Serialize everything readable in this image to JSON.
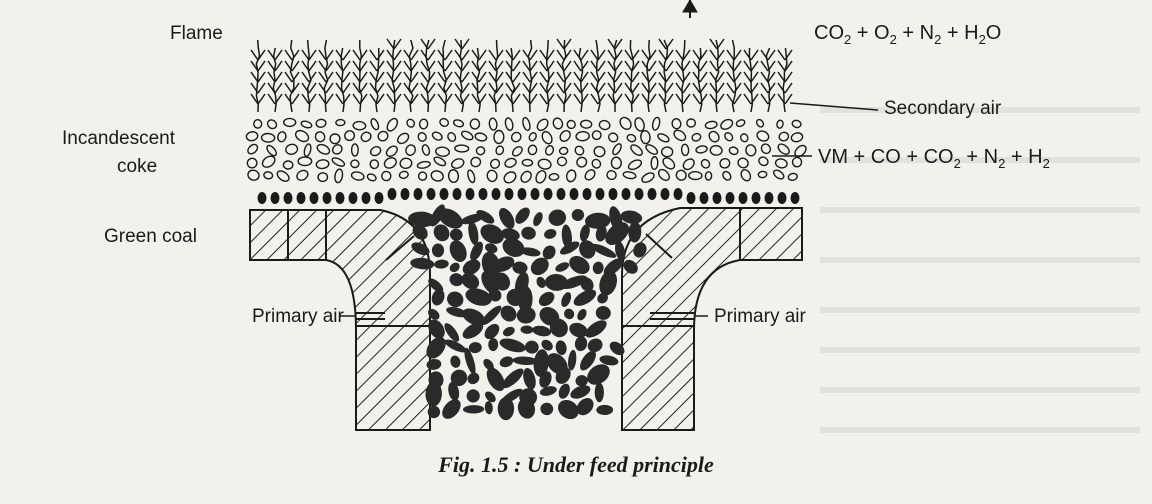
{
  "labels": {
    "flame": "Flame",
    "incandescent_line1": "Incandescent",
    "incandescent_line2": "coke",
    "green_coal": "Green coal",
    "primary_air_left": "Primary air",
    "primary_air_right": "Primary air",
    "secondary_air": "Secondary air"
  },
  "equations": {
    "top": [
      "CO",
      "2",
      " + O",
      "2",
      " + N",
      "2",
      " + H",
      "2",
      "O"
    ],
    "middle": [
      "VM + CO + CO",
      "2",
      " + N",
      "2",
      " + H",
      "2"
    ]
  },
  "caption": "Fig. 1.5 : Under feed principle",
  "colors": {
    "ink": "#1a1a1a",
    "paper": "#f3f1ec"
  }
}
